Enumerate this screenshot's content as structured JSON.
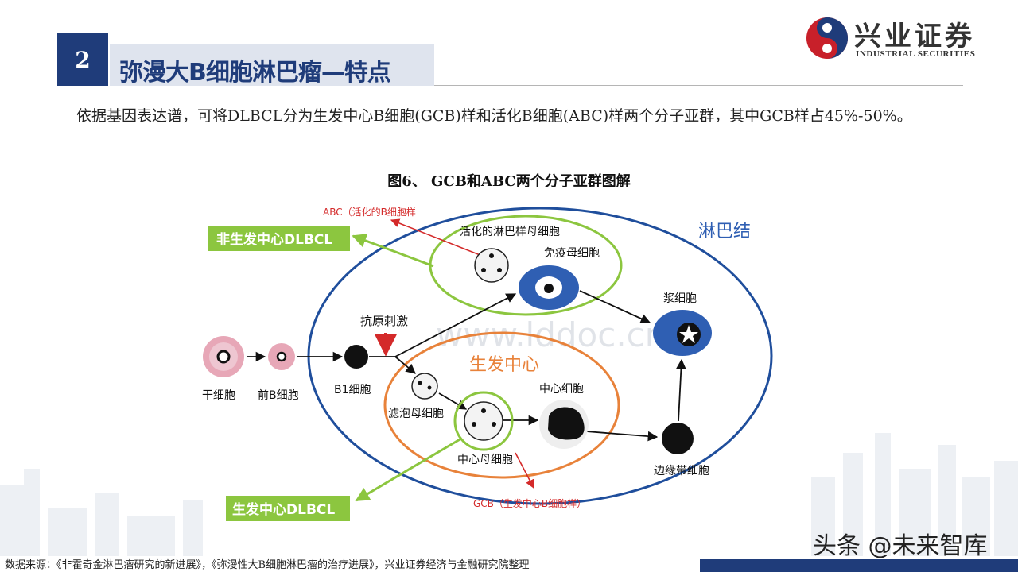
{
  "header": {
    "section_number": "2",
    "title": "弥漫大B细胞淋巴瘤—特点",
    "logo_name": "兴业证券",
    "logo_en": "INDUSTRIAL SECURITIES"
  },
  "intro_text": "依据基因表达谱，可将DLBCL分为生发中心B细胞(GCB)样和活化B细胞(ABC)样两个分子亚群，其中GCB样占45%-50%。",
  "figure": {
    "title": "图6、 GCB和ABC两个分子亚群图解",
    "labels": {
      "lymph_node": "淋巴结",
      "germinal_center": "生发中心",
      "abc_note": "ABC（活化的B细胞样",
      "gcb_note": "GCB（生发中心B细胞样）",
      "non_gcb_dlbcl": "非生发中心DLBCL",
      "gcb_dlbcl": "生发中心DLBCL",
      "activated_lymphoblast": "活化的淋巴样母细胞",
      "immunoblast": "免疫母细胞",
      "plasma_cell": "浆细胞",
      "antigen_stimulation": "抗原刺激",
      "stem_cell": "干细胞",
      "pre_b_cell": "前B细胞",
      "b1_cell": "B1细胞",
      "follicular_blast": "滤泡母细胞",
      "centroblast": "中心母细胞",
      "centrocyte": "中心细胞",
      "marginal_zone_cell": "边缘带细胞",
      "diagram_watermark": "www.lddoc.cn"
    },
    "colors": {
      "lymph_node_outline": "#1f4e9c",
      "germinal_center_outline": "#e8823a",
      "abc_circle": "#8cc63f",
      "dlbcl_box": "#8cc63f",
      "note_red": "#d42a2a",
      "immunoblast_fill": "#2f5fb3",
      "stem_cell_pink": "#e7a7b7"
    }
  },
  "footer": {
    "source": "数据来源：《非霍奇金淋巴瘤研究的新进展》，《弥漫性大B细胞淋巴瘤的治疗进展》，兴业证券经济与金融研究院整理",
    "watermark": "头条 @未来智库"
  }
}
